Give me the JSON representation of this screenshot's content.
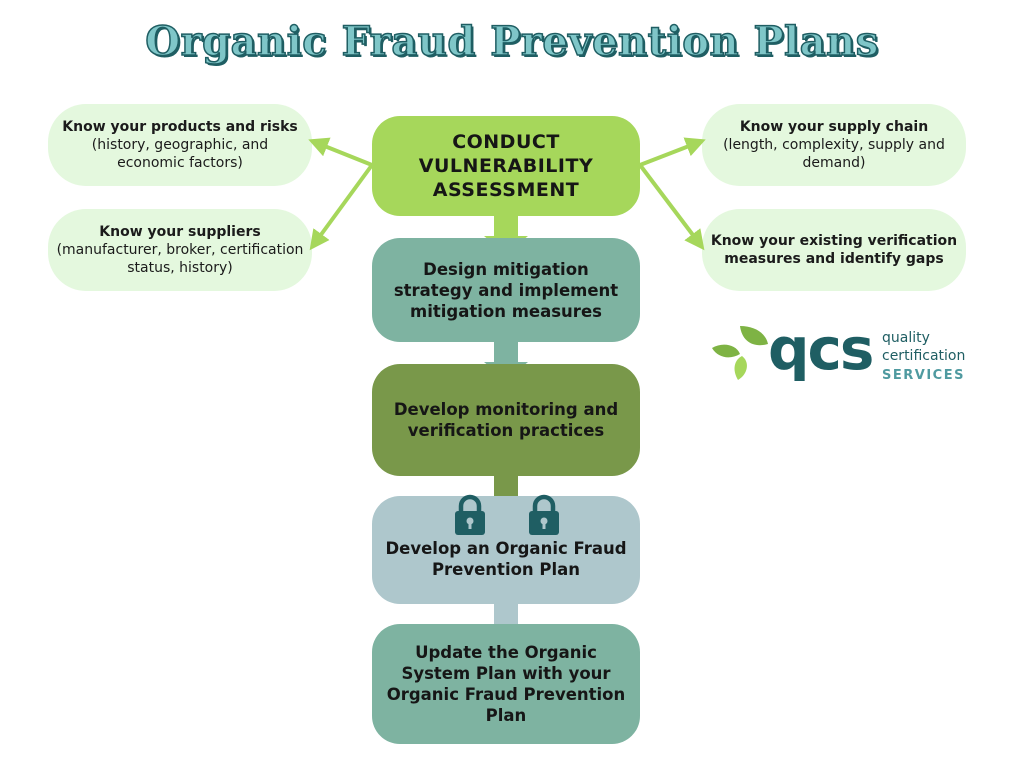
{
  "title": "Organic Fraud Prevention Plans",
  "left_boxes": [
    {
      "heading": "Know your products and risks",
      "detail": "(history, geographic, and economic factors)"
    },
    {
      "heading": "Know your suppliers",
      "detail": "(manufacturer, broker, certification status, history)"
    }
  ],
  "right_boxes": [
    {
      "heading": "Know your supply chain",
      "detail": "(length, complexity, supply and demand)"
    },
    {
      "heading": "Know your existing verification measures and identify gaps",
      "detail": ""
    }
  ],
  "steps": [
    {
      "label": "CONDUCT VULNERABILITY ASSESSMENT",
      "color": "#a6d75b"
    },
    {
      "label": "Design mitigation strategy and implement mitigation measures",
      "color": "#7eb3a1"
    },
    {
      "label": "Develop monitoring and verification practices",
      "color": "#79984a"
    },
    {
      "label": "Develop an Organic Fraud Prevention Plan",
      "color": "#aec7cc"
    },
    {
      "label": "Update the Organic System Plan with your Organic Fraud Prevention Plan",
      "color": "#7eb3a1"
    }
  ],
  "icons": {
    "lock_left": "lock-icon",
    "lock_right": "lock-icon",
    "leaves": "leaf-icon"
  },
  "logo": {
    "wordmark": "qcs",
    "line1": "quality",
    "line2": "certification",
    "line3": "SERVICES"
  },
  "colors": {
    "title_fill": "#7fc6c8",
    "title_outline": "#1f5e63",
    "side_box": "#e4f8de",
    "connector": "#a6d75b",
    "brand_teal": "#1f5e63",
    "leaf_green": "#7eb344"
  }
}
